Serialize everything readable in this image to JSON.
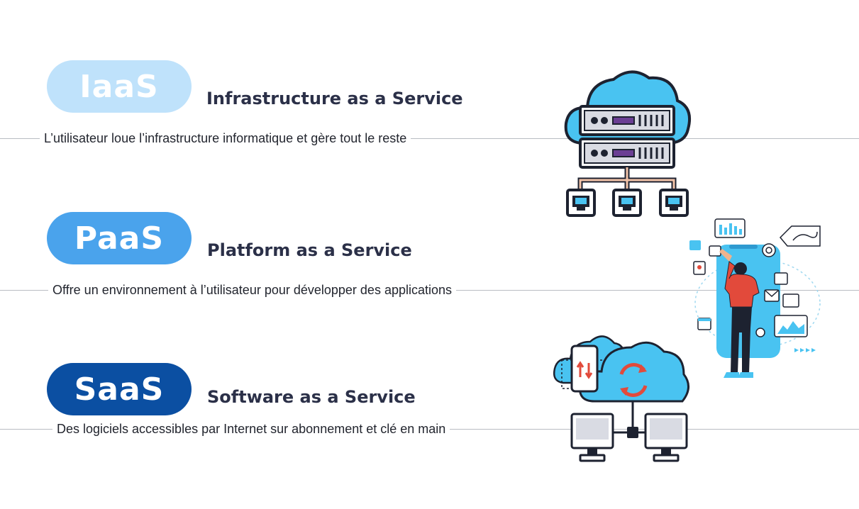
{
  "services": [
    {
      "abbr": "IaaS",
      "title": "Infrastructure as a Service",
      "description": "L’utilisateur loue l’infrastructure informatique et gère tout le reste",
      "color": "#bfe2fb"
    },
    {
      "abbr": "PaaS",
      "title": "Platform as a Service",
      "description": "Offre un environnement à l’utilisateur pour développer des applications",
      "color": "#4aa3ec"
    },
    {
      "abbr": "SaaS",
      "title": "Software as a Service",
      "description": "Des logiciels accessibles par Internet sur abonnement et clé en main",
      "color": "#0b4fa2"
    }
  ],
  "colors": {
    "cloud": "#49c3f1",
    "outline": "#1d2230",
    "accent_red": "#e24a3b"
  },
  "icons": [
    "cloud-server-icon",
    "developer-phone-icon",
    "cloud-sync-computers-icon"
  ]
}
